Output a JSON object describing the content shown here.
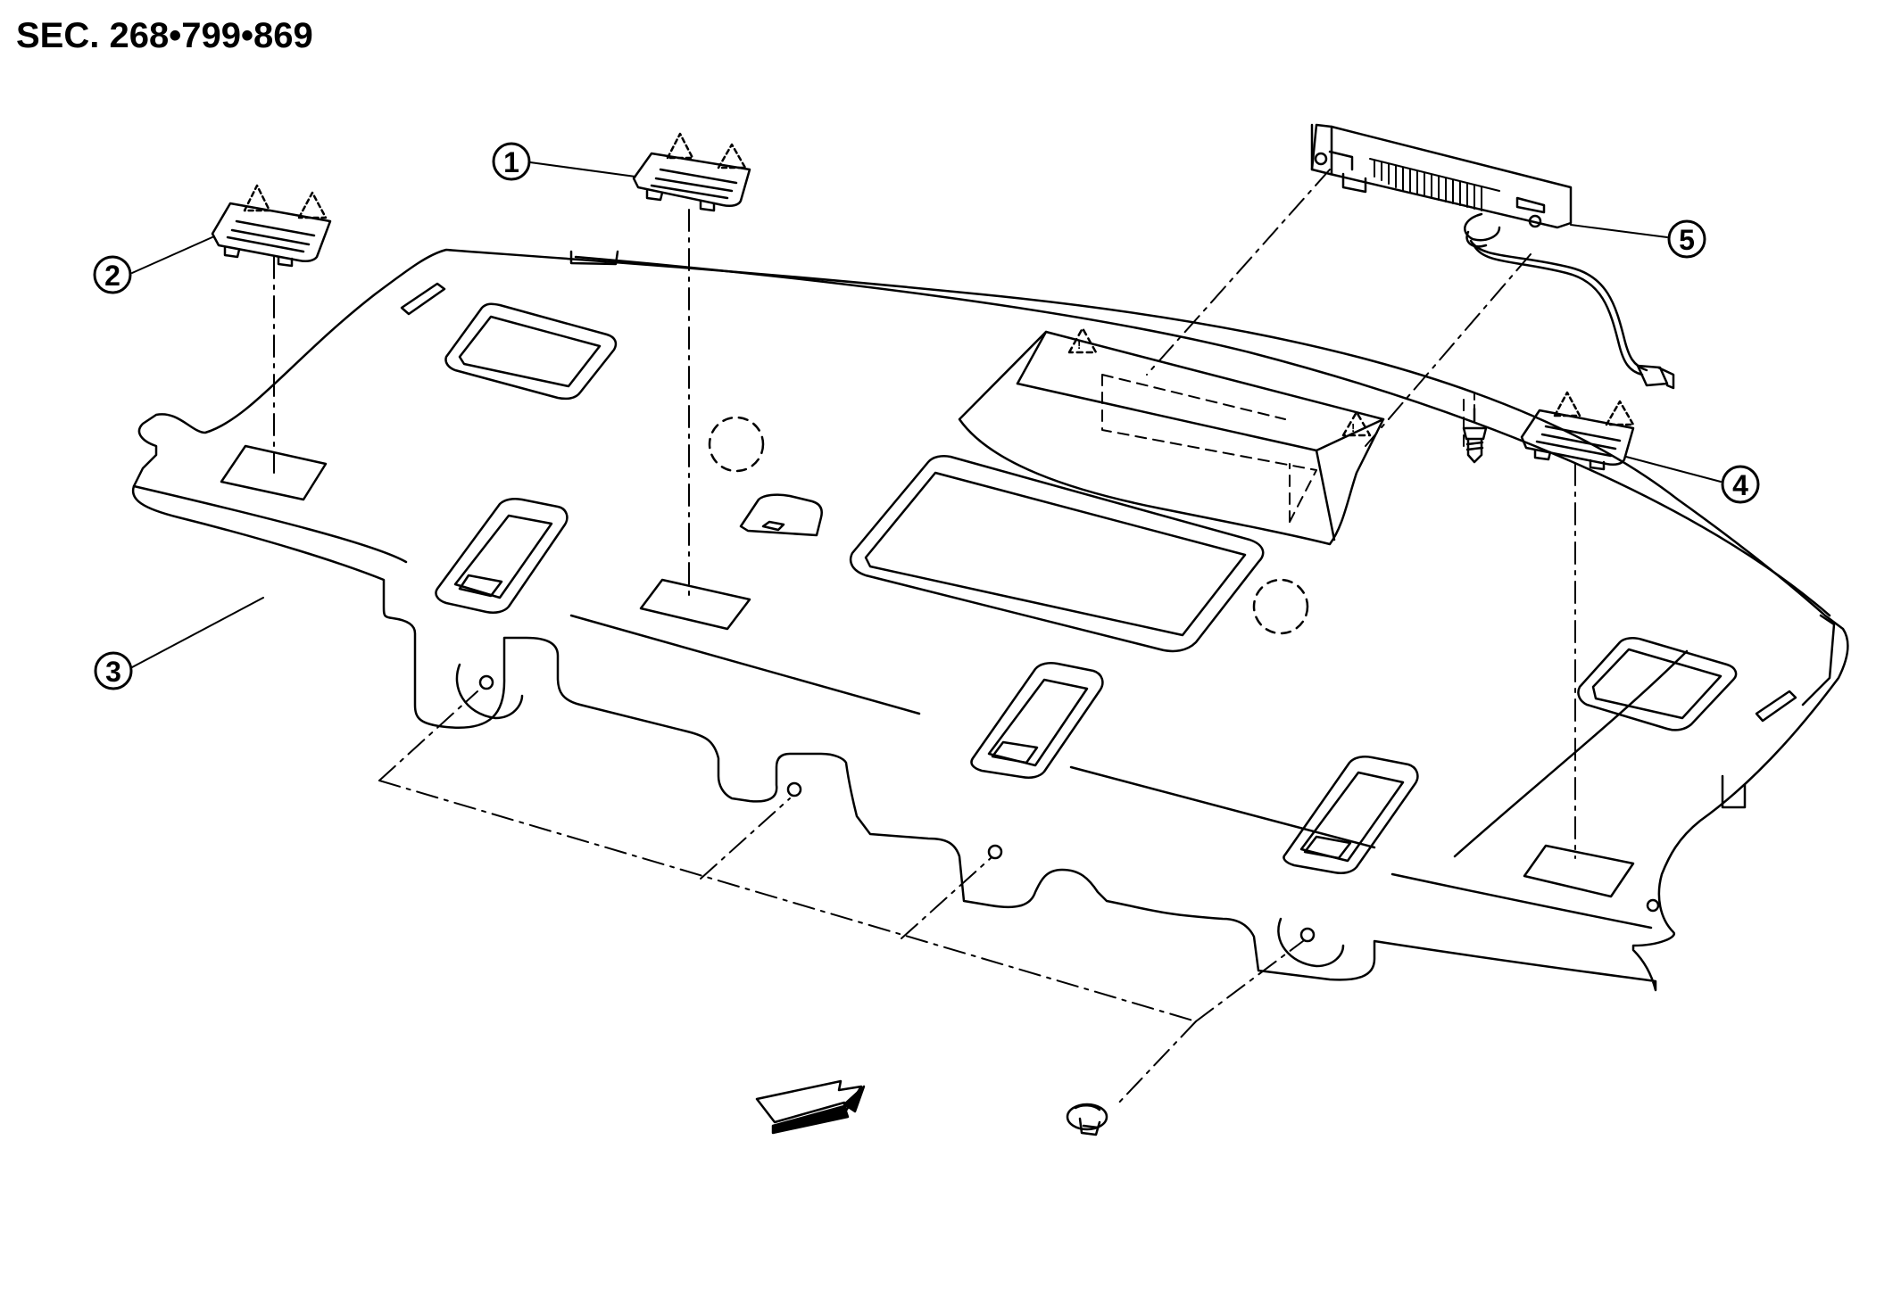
{
  "section_code": "SEC. 268•799•869",
  "callouts": [
    {
      "id": "callout-1",
      "label": "1"
    },
    {
      "id": "callout-2",
      "label": "2"
    },
    {
      "id": "callout-3",
      "label": "3"
    },
    {
      "id": "callout-4",
      "label": "4"
    },
    {
      "id": "callout-5",
      "label": "5"
    }
  ],
  "colors": {
    "line": "#000000",
    "background": "#ffffff"
  }
}
